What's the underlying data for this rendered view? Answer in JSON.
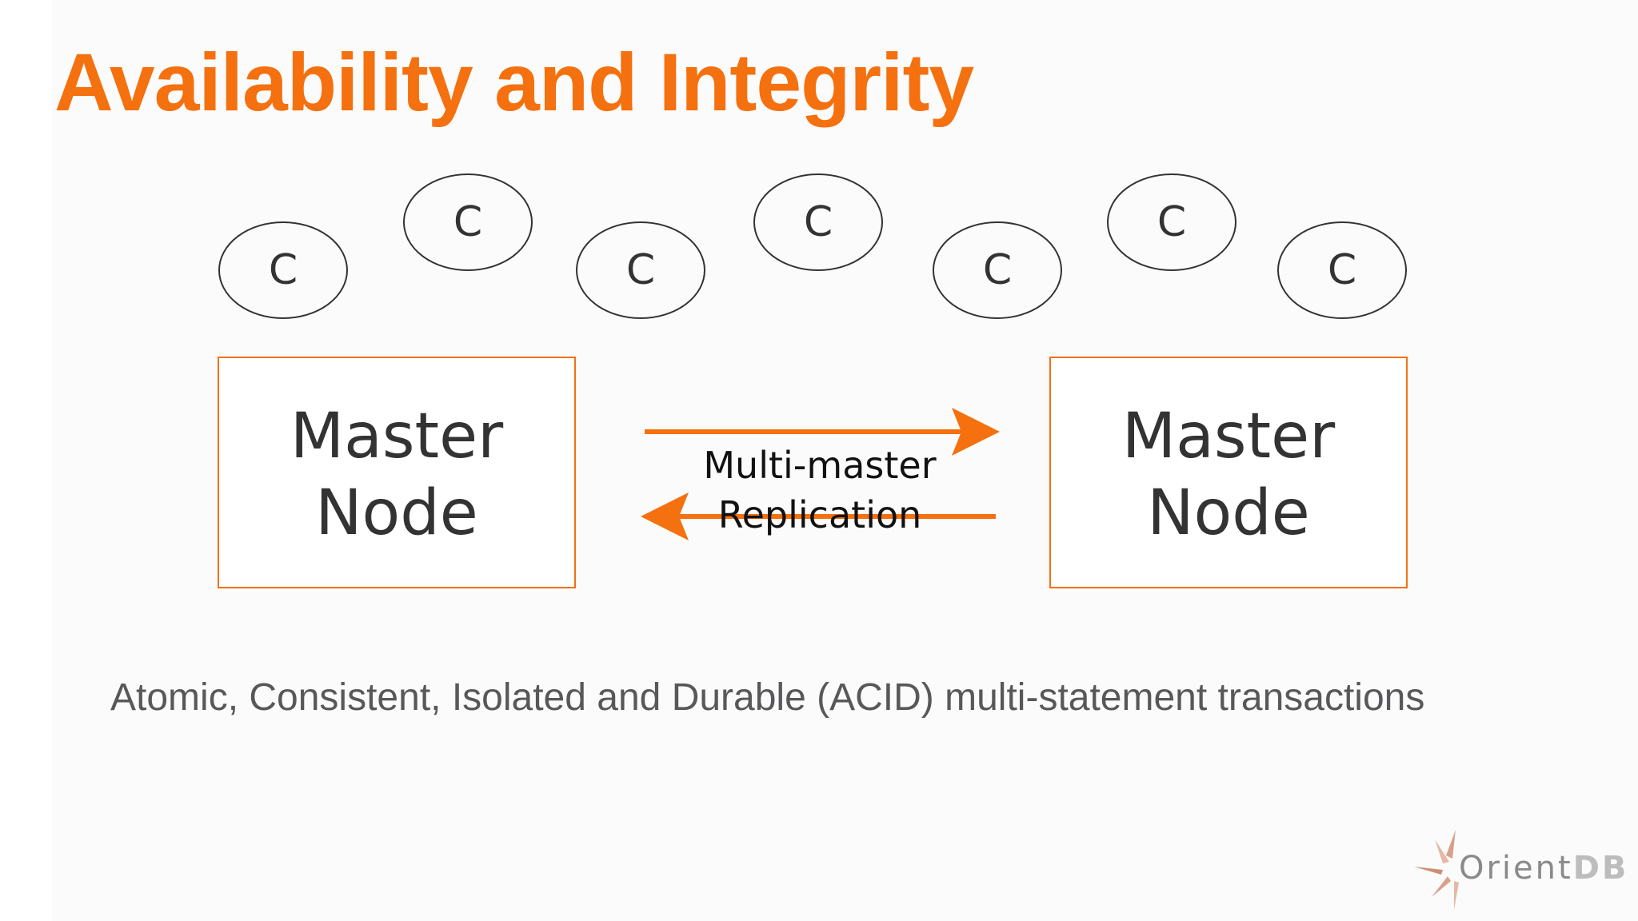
{
  "slide": {
    "title": "Availability and Integrity",
    "subtitle": "Atomic, Consistent, Isolated and Durable (ACID) multi-statement transactions"
  },
  "diagram": {
    "clients": [
      {
        "label": "C"
      },
      {
        "label": "C"
      },
      {
        "label": "C"
      },
      {
        "label": "C"
      },
      {
        "label": "C"
      },
      {
        "label": "C"
      },
      {
        "label": "C"
      }
    ],
    "nodes": [
      {
        "line1": "Master",
        "line2": "Node"
      },
      {
        "line1": "Master",
        "line2": "Node"
      }
    ],
    "replication": {
      "line1": "Multi-master",
      "line2": "Replication"
    }
  },
  "logo": {
    "name": "Orient",
    "suffix": "DB",
    "icon": "orientdb-star-icon"
  },
  "colors": {
    "accent": "#f5700e",
    "text": "#333333",
    "subtitle": "#58585a",
    "logo_text": "#8a8a8a",
    "logo_db": "#bdbdbd",
    "background": "#fbfbfb"
  }
}
